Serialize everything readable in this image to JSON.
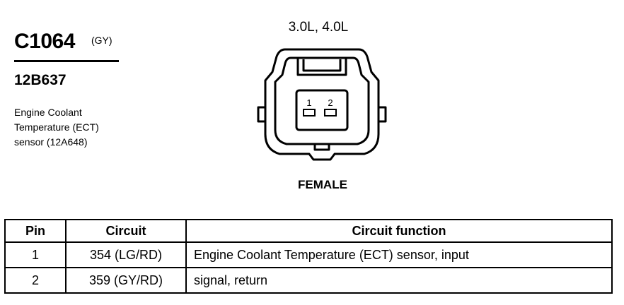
{
  "connector": {
    "id": "C1064",
    "color": "(GY)",
    "part_number": "12B637",
    "description": [
      "Engine Coolant",
      "Temperature (ECT)",
      "sensor (12A648)"
    ]
  },
  "diagram": {
    "engine_label": "3.0L, 4.0L",
    "pin_labels": [
      "1",
      "2"
    ],
    "gender": "FEMALE"
  },
  "table": {
    "headers": [
      "Pin",
      "Circuit",
      "Circuit function"
    ],
    "rows": [
      [
        "1",
        "354 (LG/RD)",
        "Engine Coolant Temperature (ECT) sensor, input"
      ],
      [
        "2",
        "359 (GY/RD)",
        "signal, return"
      ]
    ]
  }
}
